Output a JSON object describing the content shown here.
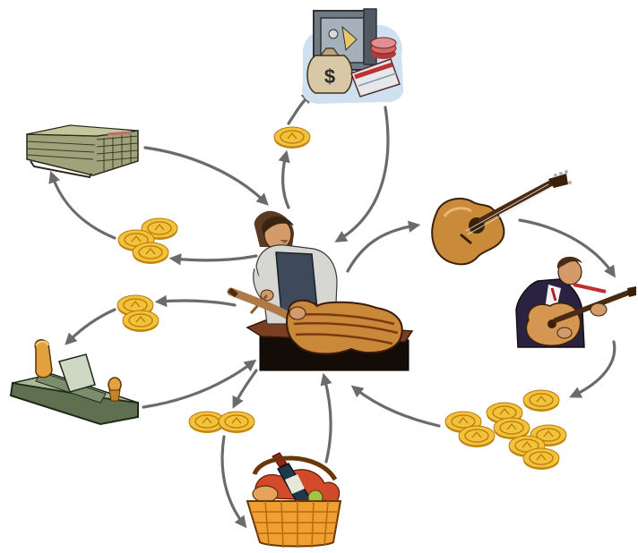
{
  "diagram": {
    "nodes": [
      {
        "id": "craftsman",
        "icon": "luthier-at-workbench-icon"
      },
      {
        "id": "bank",
        "icon": "safe-with-money-icon"
      },
      {
        "id": "lumber",
        "icon": "lumber-stack-icon"
      },
      {
        "id": "guitar",
        "icon": "acoustic-guitar-icon"
      },
      {
        "id": "musician",
        "icon": "guitarist-playing-icon"
      },
      {
        "id": "plane",
        "icon": "wood-plane-tool-icon"
      },
      {
        "id": "basket",
        "icon": "food-basket-icon"
      }
    ],
    "coin_groups": [
      {
        "id": "coins-bank",
        "count": 1
      },
      {
        "id": "coins-lumber",
        "count": 3
      },
      {
        "id": "coins-plane",
        "count": 2
      },
      {
        "id": "coins-basket",
        "count": 2
      },
      {
        "id": "coins-musician",
        "count": 8
      }
    ],
    "flows": [
      {
        "from": "craftsman",
        "to": "coins-bank"
      },
      {
        "from": "coins-bank",
        "to": "bank"
      },
      {
        "from": "bank",
        "to": "craftsman"
      },
      {
        "from": "lumber",
        "to": "craftsman"
      },
      {
        "from": "craftsman",
        "to": "coins-lumber"
      },
      {
        "from": "coins-lumber",
        "to": "lumber"
      },
      {
        "from": "craftsman",
        "to": "guitar"
      },
      {
        "from": "guitar",
        "to": "musician"
      },
      {
        "from": "musician",
        "to": "coins-musician"
      },
      {
        "from": "coins-musician",
        "to": "craftsman"
      },
      {
        "from": "craftsman",
        "to": "coins-plane"
      },
      {
        "from": "coins-plane",
        "to": "plane"
      },
      {
        "from": "plane",
        "to": "craftsman"
      },
      {
        "from": "craftsman",
        "to": "coins-basket"
      },
      {
        "from": "coins-basket",
        "to": "basket"
      },
      {
        "from": "basket",
        "to": "craftsman"
      }
    ],
    "colors": {
      "arrow": "#6b6b6b",
      "coin": "#f2c23a",
      "coin_edge": "#b8790c",
      "guitar_body": "#c98a3a",
      "wood": "#7a3e22"
    }
  }
}
